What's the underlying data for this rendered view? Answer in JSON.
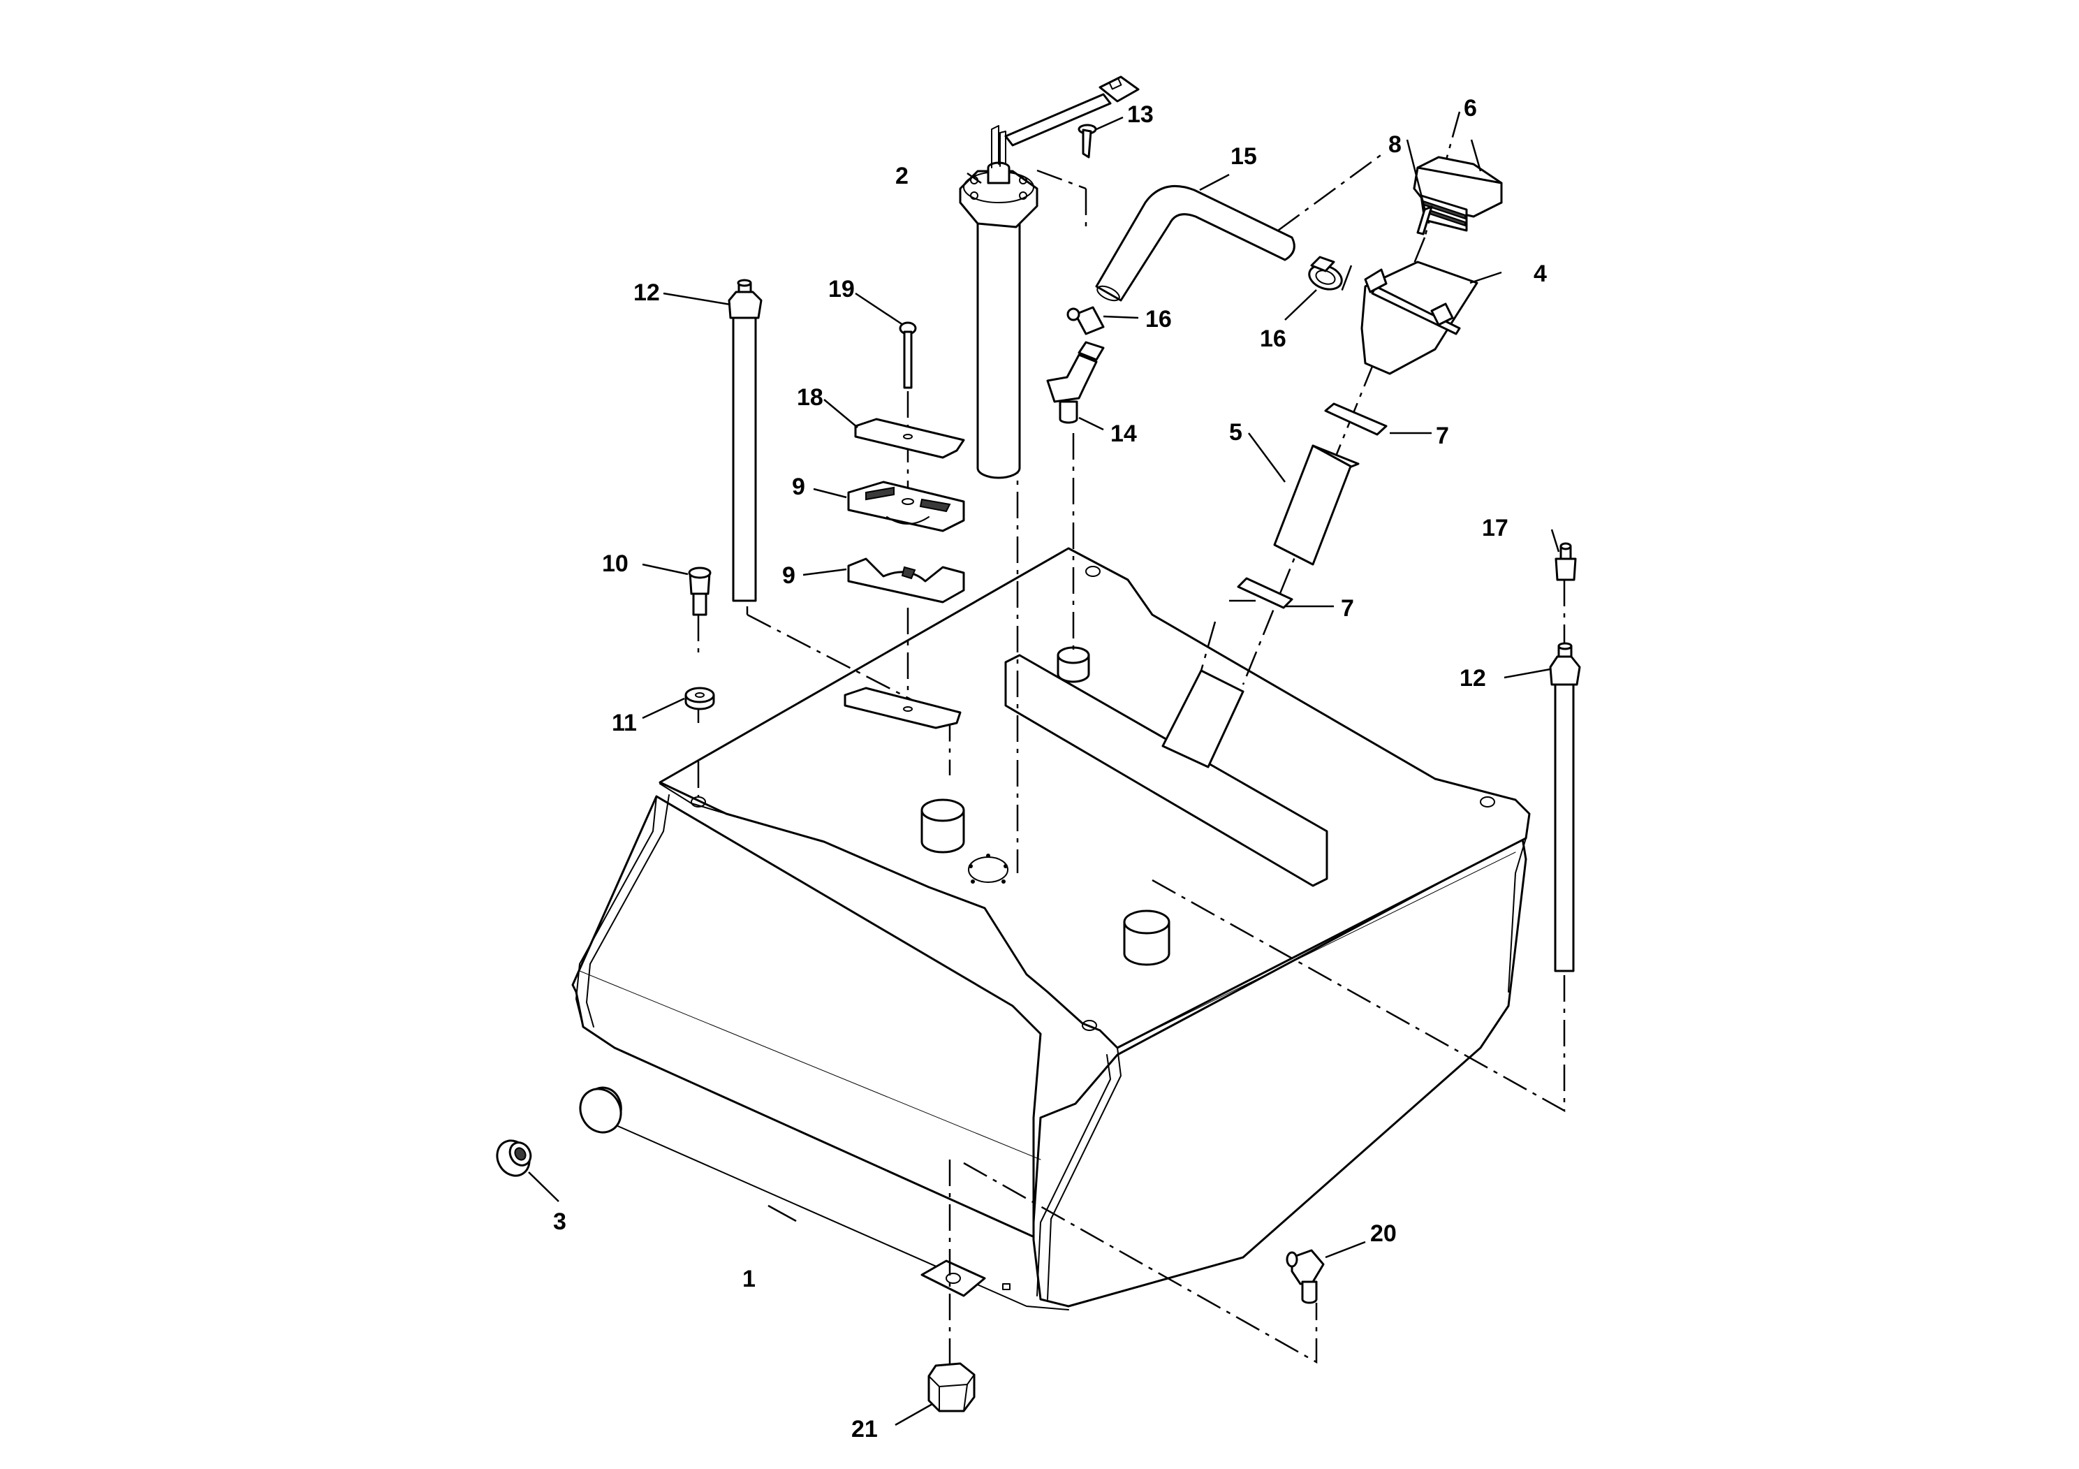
{
  "callouts": {
    "c1": "1",
    "c2": "2",
    "c3": "3",
    "c4": "4",
    "c5": "5",
    "c6": "6",
    "c7a": "7",
    "c7b": "7",
    "c8": "8",
    "c9a": "9",
    "c9b": "9",
    "c10": "10",
    "c11": "11",
    "c12a": "12",
    "c12b": "12",
    "c13": "13",
    "c14": "14",
    "c15": "15",
    "c16a": "16",
    "c16b": "16",
    "c17": "17",
    "c18": "18",
    "c19": "19",
    "c20": "20",
    "c21": "21"
  },
  "colors": {
    "line": "#000000",
    "background": "#ffffff",
    "fill_dark": "#3a3a3a"
  }
}
